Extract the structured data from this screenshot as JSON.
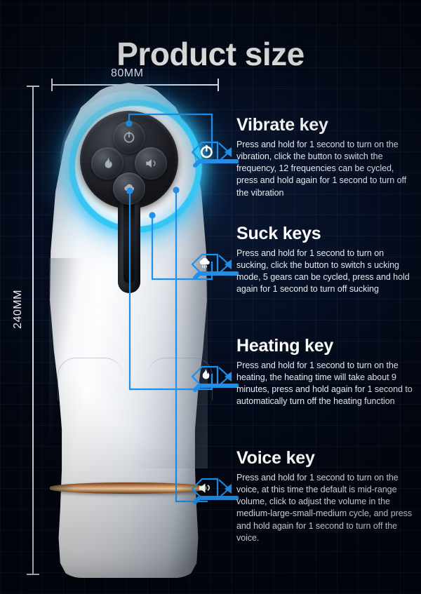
{
  "page": {
    "title": "Product size",
    "background_color": "#030b1a",
    "accent_color": "#1f8fe8",
    "glow_color": "#35c6f4",
    "gold_color": "#e8b27a"
  },
  "dimensions": {
    "width_label": "80MM",
    "height_label": "240MM"
  },
  "product": {
    "buttons": [
      {
        "name": "power-button",
        "icon": "power-icon",
        "position": "top"
      },
      {
        "name": "heat-button",
        "icon": "flame-icon",
        "position": "left"
      },
      {
        "name": "voice-button",
        "icon": "speaker-icon",
        "position": "right"
      },
      {
        "name": "suck-button",
        "icon": "suction-icon",
        "position": "bottom"
      }
    ]
  },
  "features": [
    {
      "id": "vibrate",
      "icon": "power-icon",
      "title": "Vibrate key",
      "description": "Press and hold for 1 second to turn on the vibration, click the button to switch the frequency, 12 frequencies can be cycled, press and hold again for 1 second to turn off the vibration"
    },
    {
      "id": "suck",
      "icon": "suction-icon",
      "title": "Suck keys",
      "description": "Press and hold for 1 second to turn on sucking, click the button to switch s ucking mode, 5 gears can be cycled, press and hold again for 1 second to turn off sucking"
    },
    {
      "id": "heating",
      "icon": "flame-icon",
      "title": "Heating key",
      "description": "Press and hold for 1 second to turn on the heating, the heating time will take about 9 minutes, press and hold again for 1 second to automatically turn off the heating function"
    },
    {
      "id": "voice",
      "icon": "speaker-icon",
      "title": "Voice key",
      "description": "Press and hold for 1 second to turn on the voice, at this time the default is mid-range volume, click to adjust the volume in the medium-large-small-medium cycle, and press and hold again for 1 second to turn off the voice."
    }
  ]
}
